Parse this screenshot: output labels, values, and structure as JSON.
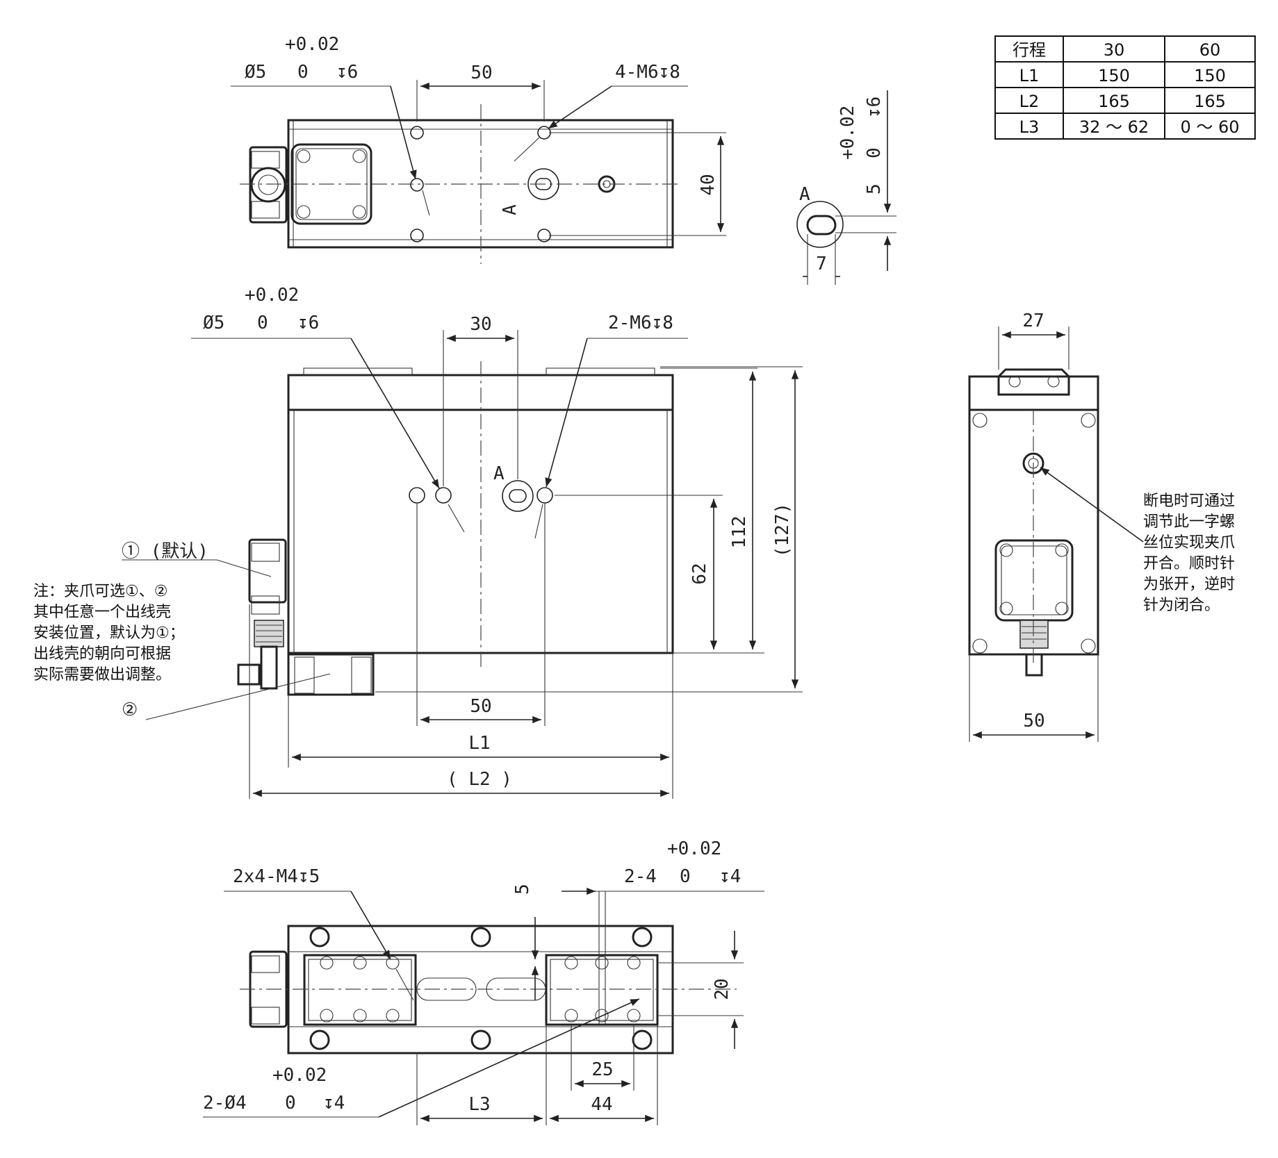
{
  "table": {
    "header": [
      "行程",
      "30",
      "60"
    ],
    "rows": [
      [
        "L1",
        "150",
        "150"
      ],
      [
        "L2",
        "165",
        "165"
      ],
      [
        "L3",
        "32 ～ 62",
        "0 ～ 60"
      ]
    ]
  },
  "top_view": {
    "tol": "+0.02",
    "hole_callout_a": "Ø5",
    "hole_callout_b": "0",
    "hole_callout_c": "↧6",
    "dim_50": "50",
    "thread_callout": "4-M6↧8",
    "dim_40": "40",
    "mark_a": "A"
  },
  "detail_a": {
    "mark_a": "A",
    "tol": "+0.02",
    "a": "5",
    "b": "0",
    "c": "↧6",
    "dim_7": "7"
  },
  "front_view": {
    "tol": "+0.02",
    "hole_callout_a": "Ø5",
    "hole_callout_b": "0",
    "hole_callout_c": "↧6",
    "dim_30": "30",
    "thread_callout": "2-M6↧8",
    "mark_a": "A",
    "dim_62": "62",
    "dim_112": "112",
    "dim_127": "(127)",
    "dim_50": "50",
    "dim_l1": "L1",
    "dim_l2": "( L2 )",
    "label_1": "① (默认)",
    "label_2": "②"
  },
  "note_left": [
    "注：夹爪可选①、②",
    "其中任意一个出线壳",
    "安装位置，默认为①；",
    "出线壳的朝向可根据",
    "实际需要做出调整。"
  ],
  "side_view": {
    "dim_27": "27",
    "dim_50": "50"
  },
  "note_right": [
    "断电时可通过",
    "调节此一字螺",
    "丝位实现夹爪",
    "开合。顺时针",
    "为张开，逆时",
    "针为闭合。"
  ],
  "bottom_view": {
    "thread_callout": "2x4-M4↧5",
    "dim_5": "5",
    "tol_right": "+0.02",
    "hole_right_a": "2-4",
    "hole_right_b": "0",
    "hole_right_c": "↧4",
    "dim_20": "20",
    "dim_25": "25",
    "tol_left": "+0.02",
    "hole_left_a": "2-Ø4",
    "hole_left_b": "0",
    "hole_left_c": "↧4",
    "dim_l3": "L3",
    "dim_44": "44"
  }
}
